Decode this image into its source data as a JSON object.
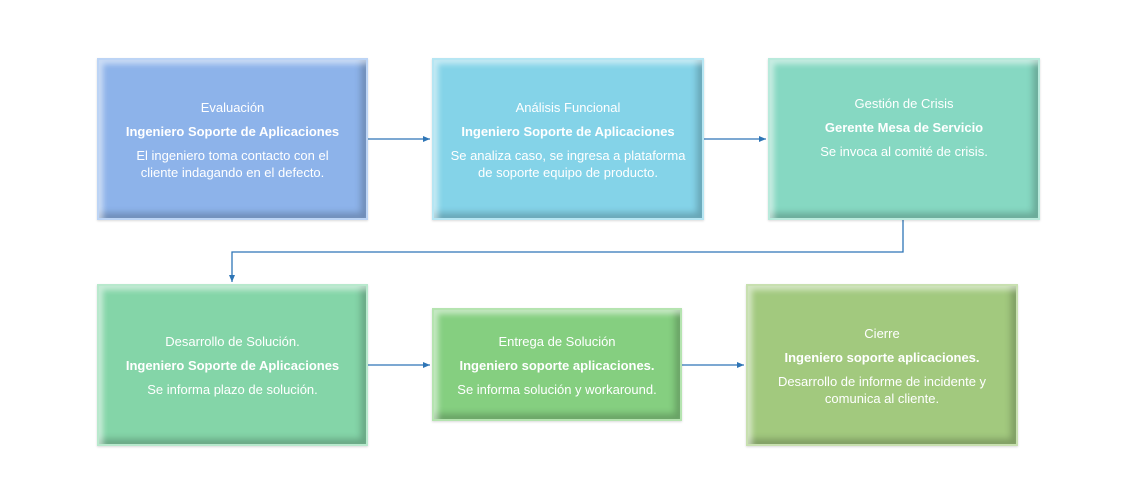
{
  "diagram": {
    "steps": [
      {
        "title": "Evaluación",
        "role": "Ingeniero Soporte de Aplicaciones",
        "desc": [
          "El ingeniero toma contacto con el",
          "cliente indagando en el defecto."
        ],
        "fill": "#8db3ea",
        "border": "#bcd4f5"
      },
      {
        "title": "Análisis Funcional",
        "role": "Ingeniero Soporte de Aplicaciones",
        "desc": [
          "Se analiza caso, se ingresa a plataforma",
          "de soporte equipo de producto."
        ],
        "fill": "#84d3e8",
        "border": "#b6e6f3"
      },
      {
        "title": "Gestión de Crisis",
        "role": "Gerente Mesa de Servicio",
        "desc": [
          "Se invoca al comité de crisis."
        ],
        "fill": "#86d8c2",
        "border": "#b9eadc"
      },
      {
        "title": "Desarrollo de Solución.",
        "role": "Ingeniero Soporte de Aplicaciones",
        "desc": [
          "Se informa plazo de solución."
        ],
        "fill": "#84d5a8",
        "border": "#b8e9cd"
      },
      {
        "title": "Entrega de Solución",
        "role": "Ingeniero soporte aplicaciones.",
        "desc": [
          "Se informa solución y workaround."
        ],
        "fill": "#85cf80",
        "border": "#b5e4b0"
      },
      {
        "title": "Cierre",
        "role": "Ingeniero soporte aplicaciones.",
        "desc": [
          "Desarrollo de informe de incidente y",
          "comunica al cliente."
        ],
        "fill": "#a2c97e",
        "border": "#c8e0b0"
      }
    ],
    "connector_color": "#2e75b6"
  }
}
